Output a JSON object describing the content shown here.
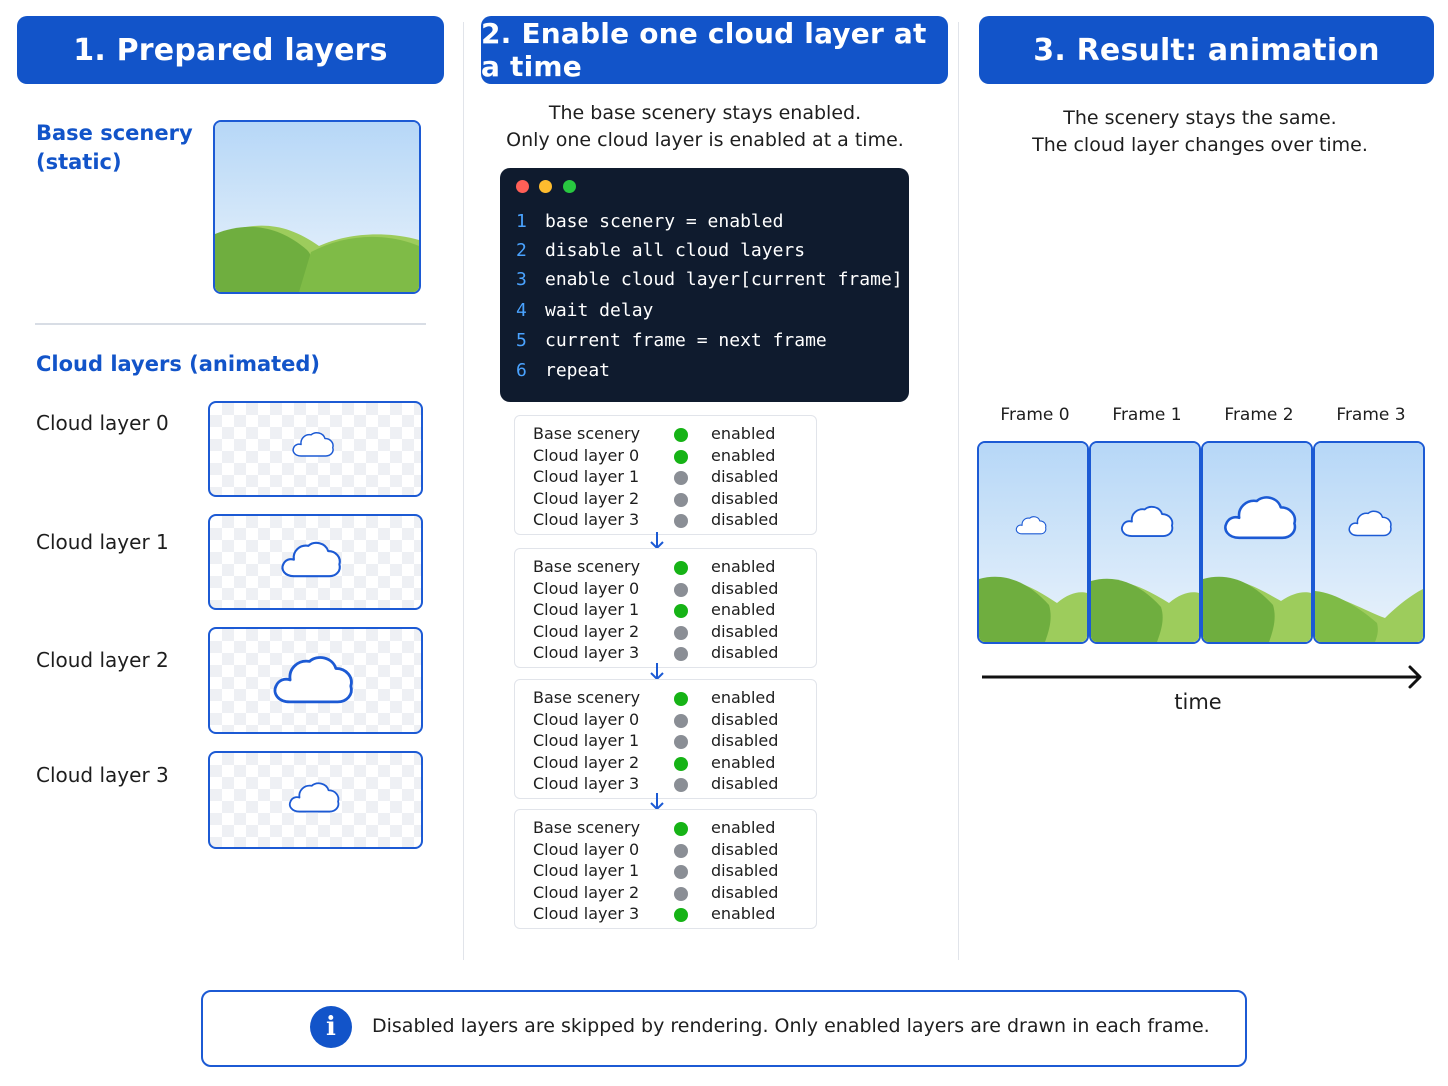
{
  "columns": [
    {
      "title": "1. Prepared layers"
    },
    {
      "title": "2. Enable one cloud layer at a time"
    },
    {
      "title": "3. Result: animation"
    }
  ],
  "prepared": {
    "base_label_line1": "Base scenery",
    "base_label_line2": "(static)",
    "cloud_section_label": "Cloud layers (animated)",
    "cloud_layers": [
      {
        "name": "Cloud layer 0"
      },
      {
        "name": "Cloud layer 1"
      },
      {
        "name": "Cloud layer 2"
      },
      {
        "name": "Cloud layer 3"
      }
    ]
  },
  "enable": {
    "desc_line1": "The base scenery stays enabled.",
    "desc_line2": "Only one cloud layer is enabled at a time.",
    "code_lines": [
      {
        "num": "1",
        "text": "base scenery = enabled"
      },
      {
        "num": "2",
        "text": "disable all cloud layers"
      },
      {
        "num": "3",
        "text": "enable cloud layer[current frame]"
      },
      {
        "num": "4",
        "text": "wait delay"
      },
      {
        "num": "5",
        "text": "current frame = next frame"
      },
      {
        "num": "6",
        "text": "repeat"
      }
    ],
    "state_tables": [
      {
        "rows": [
          {
            "name": "Base scenery",
            "status": "enabled"
          },
          {
            "name": "Cloud layer 0",
            "status": "enabled"
          },
          {
            "name": "Cloud layer 1",
            "status": "disabled"
          },
          {
            "name": "Cloud layer 2",
            "status": "disabled"
          },
          {
            "name": "Cloud layer 3",
            "status": "disabled"
          }
        ]
      },
      {
        "rows": [
          {
            "name": "Base scenery",
            "status": "enabled"
          },
          {
            "name": "Cloud layer 0",
            "status": "disabled"
          },
          {
            "name": "Cloud layer 1",
            "status": "enabled"
          },
          {
            "name": "Cloud layer 2",
            "status": "disabled"
          },
          {
            "name": "Cloud layer 3",
            "status": "disabled"
          }
        ]
      },
      {
        "rows": [
          {
            "name": "Base scenery",
            "status": "enabled"
          },
          {
            "name": "Cloud layer 0",
            "status": "disabled"
          },
          {
            "name": "Cloud layer 1",
            "status": "disabled"
          },
          {
            "name": "Cloud layer 2",
            "status": "enabled"
          },
          {
            "name": "Cloud layer 3",
            "status": "disabled"
          }
        ]
      },
      {
        "rows": [
          {
            "name": "Base scenery",
            "status": "enabled"
          },
          {
            "name": "Cloud layer 0",
            "status": "disabled"
          },
          {
            "name": "Cloud layer 1",
            "status": "disabled"
          },
          {
            "name": "Cloud layer 2",
            "status": "disabled"
          },
          {
            "name": "Cloud layer 3",
            "status": "enabled"
          }
        ]
      }
    ]
  },
  "result": {
    "desc_line1": "The scenery stays the same.",
    "desc_line2": "The cloud layer changes over time.",
    "frames": [
      {
        "label": "Frame 0"
      },
      {
        "label": "Frame 1"
      },
      {
        "label": "Frame 2"
      },
      {
        "label": "Frame 3"
      }
    ],
    "time_label": "time"
  },
  "info": {
    "icon": "info-icon",
    "text": "Disabled layers are skipped by rendering. Only enabled layers are drawn in each frame."
  },
  "colors": {
    "brand_blue": "#1254c9",
    "enabled": "#16b316",
    "disabled": "#8a8e95",
    "code_bg": "#0f1b2e",
    "code_line_number": "#4aa3ff",
    "dot_red": "#ff5f57",
    "dot_yellow": "#febc2e",
    "dot_green": "#28c840"
  }
}
